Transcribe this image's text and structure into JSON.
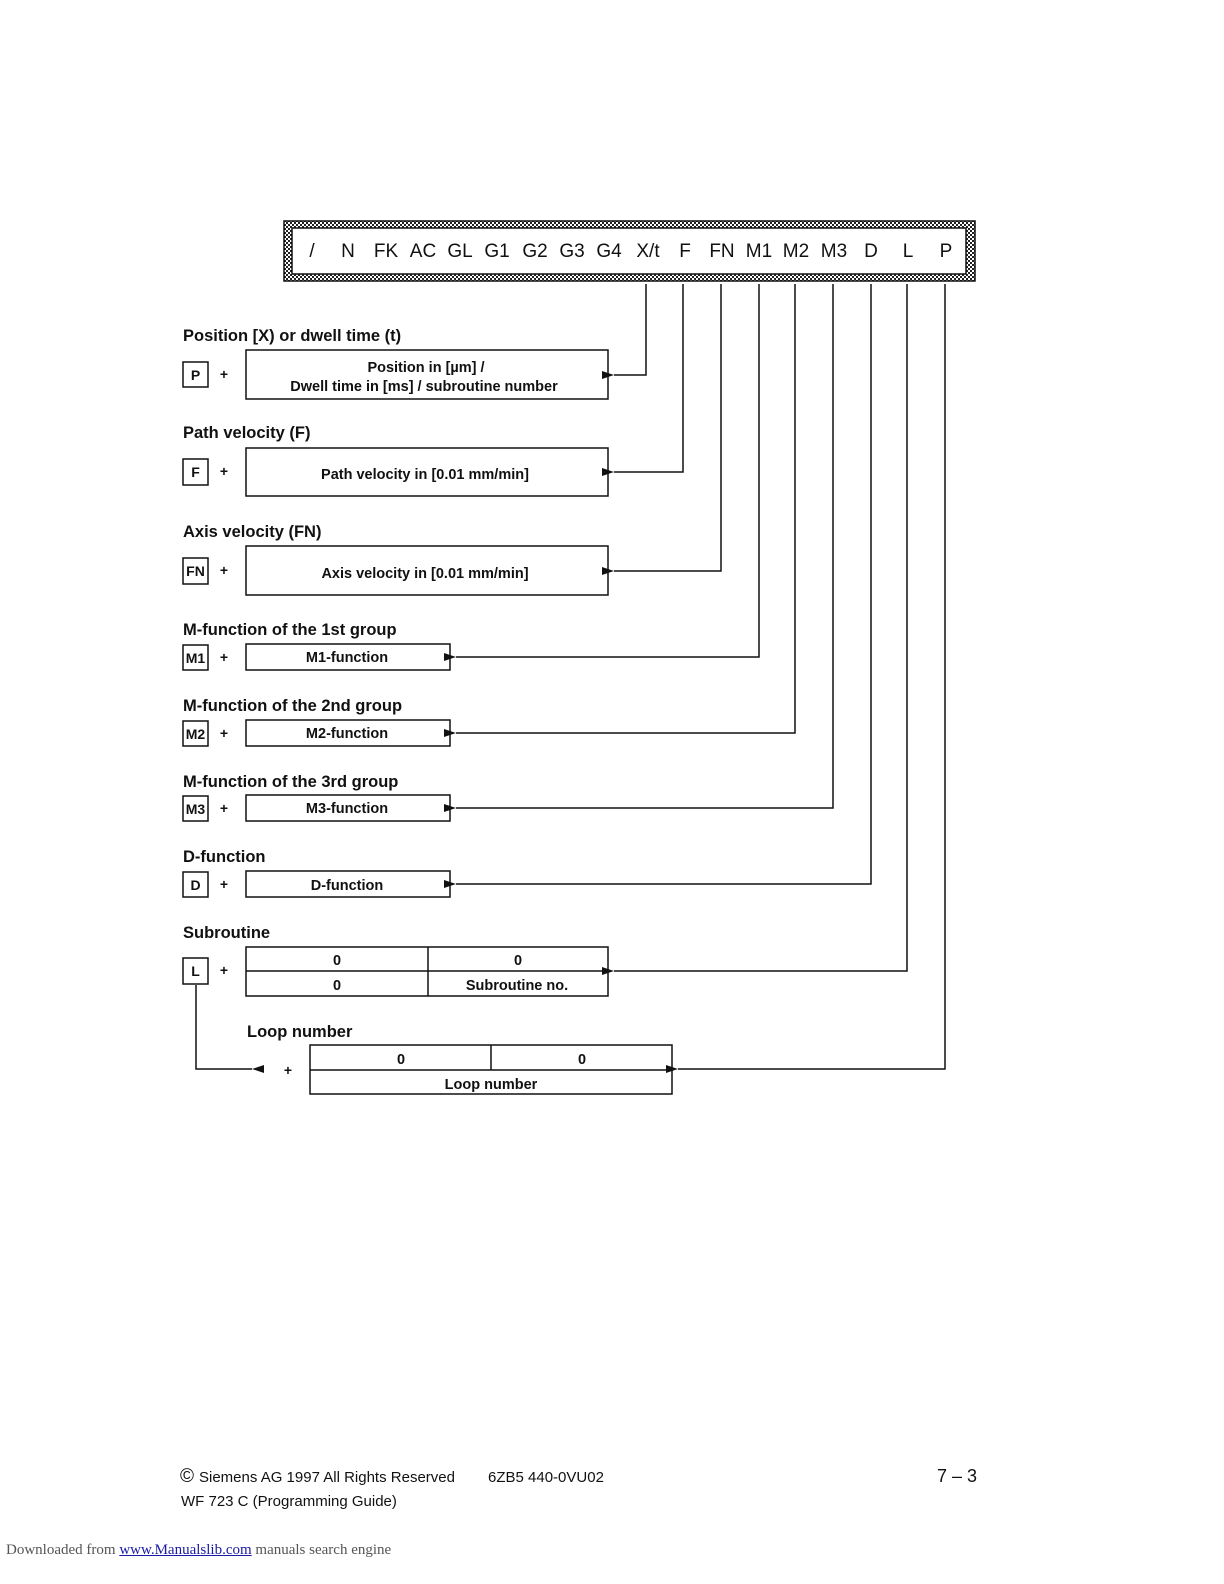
{
  "command_bar": {
    "fields": [
      "/",
      "N",
      "FK",
      "AC",
      "GL",
      "G1",
      "G2",
      "G3",
      "G4",
      "X/t",
      "F",
      "FN",
      "M1",
      "M2",
      "M3",
      "D",
      "L",
      "P"
    ]
  },
  "sections": {
    "position": {
      "heading": "Position [X) or dwell time (t)",
      "key": "P",
      "plus": "+",
      "line1": "Position in [µm] /",
      "line2": "Dwell time in [ms] / subroutine number"
    },
    "path_velocity": {
      "heading": "Path velocity (F)",
      "key": "F",
      "plus": "+",
      "label": "Path velocity in [0.01 mm/min]"
    },
    "axis_velocity": {
      "heading": "Axis velocity (FN)",
      "key": "FN",
      "plus": "+",
      "label": "Axis velocity in [0.01 mm/min]"
    },
    "m1": {
      "heading": "M-function of the 1st group",
      "key": "M1",
      "plus": "+",
      "label": "M1-function"
    },
    "m2": {
      "heading": "M-function of the 2nd group",
      "key": "M2",
      "plus": "+",
      "label": "M2-function"
    },
    "m3": {
      "heading": "M-function of the 3rd group",
      "key": "M3",
      "plus": "+",
      "label": "M3-function"
    },
    "d_function": {
      "heading": "D-function",
      "key": "D",
      "plus": "+",
      "label": "D-function"
    },
    "subroutine": {
      "heading": "Subroutine",
      "key": "L",
      "plus": "+",
      "cell_top_left": "0",
      "cell_top_right": "0",
      "cell_bottom_left": "0",
      "cell_bottom_right": "Subroutine no."
    },
    "loop": {
      "heading": "Loop number",
      "plus": "+",
      "cell_top_left": "0",
      "cell_top_right": "0",
      "cell_bottom": "Loop number"
    }
  },
  "footer": {
    "copyright_symbol": "©",
    "copyright": "Siemens AG  1997  All Rights Reserved",
    "order_no": "6ZB5 440-0VU02",
    "page": "7 – 3",
    "guide": "WF 723 C (Programming Guide)"
  },
  "download": {
    "prefix": "Downloaded from ",
    "link": "www.Manualslib.com",
    "suffix": "  manuals search engine"
  }
}
